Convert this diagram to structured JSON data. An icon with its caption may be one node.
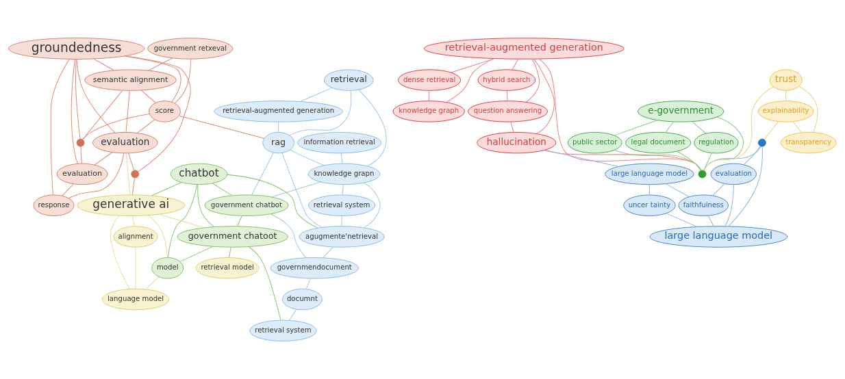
{
  "diagram": {
    "nodes": [
      {
        "text": [
          "groundedness"
        ]
      },
      {
        "text": [
          "semantic alignment"
        ]
      },
      {
        "text": [
          "evaluation"
        ]
      },
      {
        "text": [
          "score"
        ]
      },
      {
        "text": [
          "evaluation"
        ]
      },
      {
        "text": [
          "response"
        ]
      },
      {
        "text": [
          "government retxeval"
        ]
      },
      {
        "text": [],
        "shape": "circle"
      },
      {
        "text": [],
        "shape": "circle"
      },
      {
        "text": [
          "retrieval"
        ]
      },
      {
        "text": [
          "retrieval-augmented generation"
        ]
      },
      {
        "text": [
          "information retrieval"
        ]
      },
      {
        "text": [
          "rag"
        ]
      },
      {
        "text": [
          "knowledge grapn"
        ]
      },
      {
        "text": [
          "retrieval system"
        ]
      },
      {
        "text": [
          "agugmente'netrieval"
        ]
      },
      {
        "text": [
          "governmendocument"
        ]
      },
      {
        "text": [
          "documnt"
        ]
      },
      {
        "text": [
          "retrieval system"
        ]
      },
      {
        "text": [
          "chatbot"
        ]
      },
      {
        "text": [
          "government chatbot"
        ]
      },
      {
        "text": [
          "government chatoot"
        ]
      },
      {
        "text": [
          "model"
        ]
      },
      {
        "text": [
          "generative ai"
        ]
      },
      {
        "text": [
          "alignment"
        ]
      },
      {
        "text": [
          "language model"
        ]
      },
      {
        "text": [
          "retrieval model"
        ]
      },
      {
        "text": [
          "retrieval-augmented generation"
        ]
      },
      {
        "text": [
          "dense retrieval"
        ]
      },
      {
        "text": [
          "knowledge graph"
        ]
      },
      {
        "text": [
          "hybrid search"
        ]
      },
      {
        "text": [
          "question answering"
        ]
      },
      {
        "text": [
          "hallucination"
        ]
      },
      {
        "text": [
          "e-government"
        ]
      },
      {
        "text": [
          "public sector"
        ]
      },
      {
        "text": [
          "legal document"
        ]
      },
      {
        "text": [
          "regulation"
        ]
      },
      {
        "text": [],
        "shape": "circle"
      },
      {
        "text": [
          "large language model"
        ]
      },
      {
        "text": [
          "evaluation"
        ]
      },
      {
        "text": [
          "faithfuiness"
        ]
      },
      {
        "text": [
          "uncer tainty"
        ]
      },
      {
        "text": [
          "large language model"
        ]
      },
      {
        "text": [],
        "shape": "circle"
      },
      {
        "text": [
          "trust"
        ]
      },
      {
        "text": [
          "explainability"
        ]
      },
      {
        "text": [
          "transparency"
        ]
      }
    ],
    "edges": [
      {
        "from": 0,
        "to": 1,
        "arrow": "none",
        "color": "#e08a78"
      },
      {
        "from": 0,
        "to": 2,
        "arrow": "none",
        "color": "#e08a78"
      },
      {
        "from": 0,
        "to": 4,
        "arrow": "none",
        "color": "#e08a78"
      },
      {
        "from": 0,
        "to": 3,
        "arrow": "none",
        "color": "#e08a78"
      },
      {
        "from": 0,
        "to": 5,
        "arrow": "none",
        "color": "#e08a78"
      },
      {
        "from": 0,
        "to": 8,
        "arrow": "none",
        "color": "#e08a78"
      },
      {
        "from": 0,
        "to": 7,
        "arrow": "none",
        "color": "#e08a78"
      },
      {
        "from": 1,
        "to": 3,
        "arrow": "none",
        "color": "#e08a78"
      },
      {
        "from": 1,
        "to": 7,
        "arrow": "none",
        "color": "#e08a78"
      },
      {
        "from": 1,
        "to": 4,
        "arrow": "none",
        "color": "#e08a78"
      },
      {
        "from": 3,
        "to": 4,
        "arrow": "none",
        "color": "#e08a78"
      },
      {
        "from": 3,
        "to": 7,
        "arrow": "none",
        "color": "#e08a78"
      },
      {
        "from": 4,
        "to": 2,
        "arrow": "none",
        "color": "#e08a78"
      },
      {
        "from": 4,
        "to": 5,
        "arrow": "none",
        "color": "#e08a78"
      },
      {
        "from": 4,
        "to": 8,
        "arrow": "none",
        "color": "#e08a78"
      },
      {
        "from": 7,
        "to": 2,
        "arrow": "none",
        "color": "#e08a78"
      },
      {
        "from": 3,
        "to": 12,
        "arrow": "none",
        "color": "#e08a78"
      },
      {
        "from": 6,
        "to": 1,
        "arrow": "none",
        "color": "#e08a78"
      },
      {
        "from": 6,
        "to": 3,
        "arrow": "none",
        "color": "#e08a78"
      },
      {
        "from": 2,
        "to": 5,
        "arrow": "none",
        "color": "#e08a78"
      },
      {
        "from": 8,
        "to": 23,
        "arrow": "none",
        "color": "#e08a78"
      },
      {
        "from": 9,
        "to": 12,
        "arrow": "none",
        "color": "#9cc8ea"
      },
      {
        "from": 9,
        "to": 10,
        "arrow": "none",
        "color": "#9cc8ea"
      },
      {
        "from": 9,
        "to": 13,
        "arrow": "none",
        "color": "#9cc8ea"
      },
      {
        "from": 10,
        "to": 12,
        "arrow": "none",
        "color": "#9cc8ea"
      },
      {
        "from": 11,
        "to": 13,
        "arrow": "none",
        "color": "#9cc8ea"
      },
      {
        "from": 12,
        "to": 13,
        "arrow": "none",
        "color": "#9cc8ea"
      },
      {
        "from": 12,
        "to": 15,
        "arrow": "none",
        "color": "#9cc8ea"
      },
      {
        "from": 13,
        "to": 14,
        "arrow": "none",
        "color": "#9cc8ea"
      },
      {
        "from": 13,
        "to": 15,
        "arrow": "none",
        "color": "#9cc8ea"
      },
      {
        "from": 14,
        "to": 15,
        "arrow": "none",
        "color": "#9cc8ea"
      },
      {
        "from": 15,
        "to": 16,
        "arrow": "none",
        "color": "#9cc8ea"
      },
      {
        "from": 16,
        "to": 17,
        "arrow": "none",
        "color": "#9cc8ea"
      },
      {
        "from": 17,
        "to": 18,
        "arrow": "none",
        "color": "#9cc8ea"
      },
      {
        "from": 12,
        "to": 20,
        "arrow": "none",
        "color": "#9cc8ea"
      },
      {
        "from": 13,
        "to": 20,
        "arrow": "none",
        "color": "#9cc8ea"
      },
      {
        "from": 20,
        "to": 16,
        "arrow": "none",
        "color": "#9cc8ea"
      },
      {
        "from": 19,
        "to": 20,
        "arrow": "none",
        "color": "#8cc870"
      },
      {
        "from": 19,
        "to": 21,
        "arrow": "none",
        "color": "#8cc870"
      },
      {
        "from": 19,
        "to": 22,
        "arrow": "none",
        "color": "#8cc870"
      },
      {
        "from": 20,
        "to": 21,
        "arrow": "none",
        "color": "#8cc870"
      },
      {
        "from": 21,
        "to": 22,
        "arrow": "none",
        "color": "#8cc870"
      },
      {
        "from": 21,
        "to": 18,
        "arrow": "none",
        "color": "#8cc870"
      },
      {
        "from": 19,
        "to": 15,
        "arrow": "none",
        "color": "#8cc870"
      },
      {
        "from": 19,
        "to": 23,
        "arrow": "none",
        "color": "#8cc870"
      },
      {
        "from": 21,
        "to": 26,
        "arrow": "none",
        "color": "#8cc870"
      },
      {
        "from": 23,
        "to": 24,
        "arrow": "none",
        "color": "#e6df90"
      },
      {
        "from": 23,
        "to": 22,
        "arrow": "none",
        "color": "#e6df90"
      },
      {
        "from": 23,
        "to": 25,
        "arrow": "none",
        "color": "#e6df90"
      },
      {
        "from": 23,
        "to": 21,
        "arrow": "none",
        "color": "#e6df90"
      },
      {
        "from": 24,
        "to": 25,
        "arrow": "none",
        "color": "#e6df90"
      },
      {
        "from": 22,
        "to": 25,
        "arrow": "none",
        "color": "#e6df90"
      },
      {
        "from": 23,
        "to": 4,
        "arrow": "none",
        "color": "#e6df90"
      },
      {
        "from": 27,
        "to": 28,
        "arrow": "none",
        "color": "#ee8080"
      },
      {
        "from": 27,
        "to": 29,
        "arrow": "none",
        "color": "#ee8080"
      },
      {
        "from": 27,
        "to": 30,
        "arrow": "none",
        "color": "#ee8080"
      },
      {
        "from": 27,
        "to": 31,
        "arrow": "none",
        "color": "#ee8080"
      },
      {
        "from": 27,
        "to": 32,
        "arrow": "none",
        "color": "#ee8080"
      },
      {
        "from": 28,
        "to": 29,
        "arrow": "none",
        "color": "#ee8080"
      },
      {
        "from": 30,
        "to": 31,
        "arrow": "none",
        "color": "#ee8080"
      },
      {
        "from": 31,
        "to": 32,
        "arrow": "none",
        "color": "#ee8080"
      },
      {
        "from": 32,
        "to": 37,
        "arrow": "none",
        "color": "#ee8080"
      },
      {
        "from": 27,
        "to": 37,
        "arrow": "none",
        "color": "#ee8080"
      },
      {
        "from": 33,
        "to": 34,
        "arrow": "none",
        "color": "#88cc88"
      },
      {
        "from": 33,
        "to": 35,
        "arrow": "none",
        "color": "#88cc88"
      },
      {
        "from": 33,
        "to": 36,
        "arrow": "none",
        "color": "#88cc88"
      },
      {
        "from": 33,
        "to": 37,
        "arrow": "none",
        "color": "#88cc88"
      },
      {
        "from": 35,
        "to": 37,
        "arrow": "none",
        "color": "#88cc88"
      },
      {
        "from": 34,
        "to": 37,
        "arrow": "none",
        "color": "#88cc88"
      },
      {
        "from": 36,
        "to": 37,
        "arrow": "none",
        "color": "#88cc88"
      },
      {
        "from": 32,
        "to": 38,
        "arrow": "none",
        "color": "#8ab8de"
      },
      {
        "from": 38,
        "to": 40,
        "arrow": "none",
        "color": "#8ab8de"
      },
      {
        "from": 39,
        "to": 40,
        "arrow": "none",
        "color": "#8ab8de"
      },
      {
        "from": 40,
        "to": 42,
        "arrow": "none",
        "color": "#8ab8de"
      },
      {
        "from": 39,
        "to": 42,
        "arrow": "none",
        "color": "#8ab8de"
      },
      {
        "from": 41,
        "to": 42,
        "arrow": "none",
        "color": "#8ab8de"
      },
      {
        "from": 43,
        "to": 42,
        "arrow": "none",
        "color": "#8ab8de"
      },
      {
        "from": 43,
        "to": 39,
        "arrow": "none",
        "color": "#8ab8de"
      },
      {
        "from": 38,
        "to": 41,
        "arrow": "none",
        "color": "#8ab8de"
      },
      {
        "from": 43,
        "to": 37,
        "arrow": "none",
        "color": "#8ab8de"
      },
      {
        "from": 44,
        "to": 45,
        "arrow": "none",
        "color": "#e8d590"
      },
      {
        "from": 44,
        "to": 46,
        "arrow": "none",
        "color": "#e8d590"
      },
      {
        "from": 45,
        "to": 46,
        "arrow": "none",
        "color": "#e8d590"
      },
      {
        "from": 44,
        "to": 37,
        "arrow": "none",
        "color": "#e8d590"
      },
      {
        "from": 45,
        "to": 43,
        "arrow": "none",
        "color": "#e8d590"
      }
    ]
  }
}
